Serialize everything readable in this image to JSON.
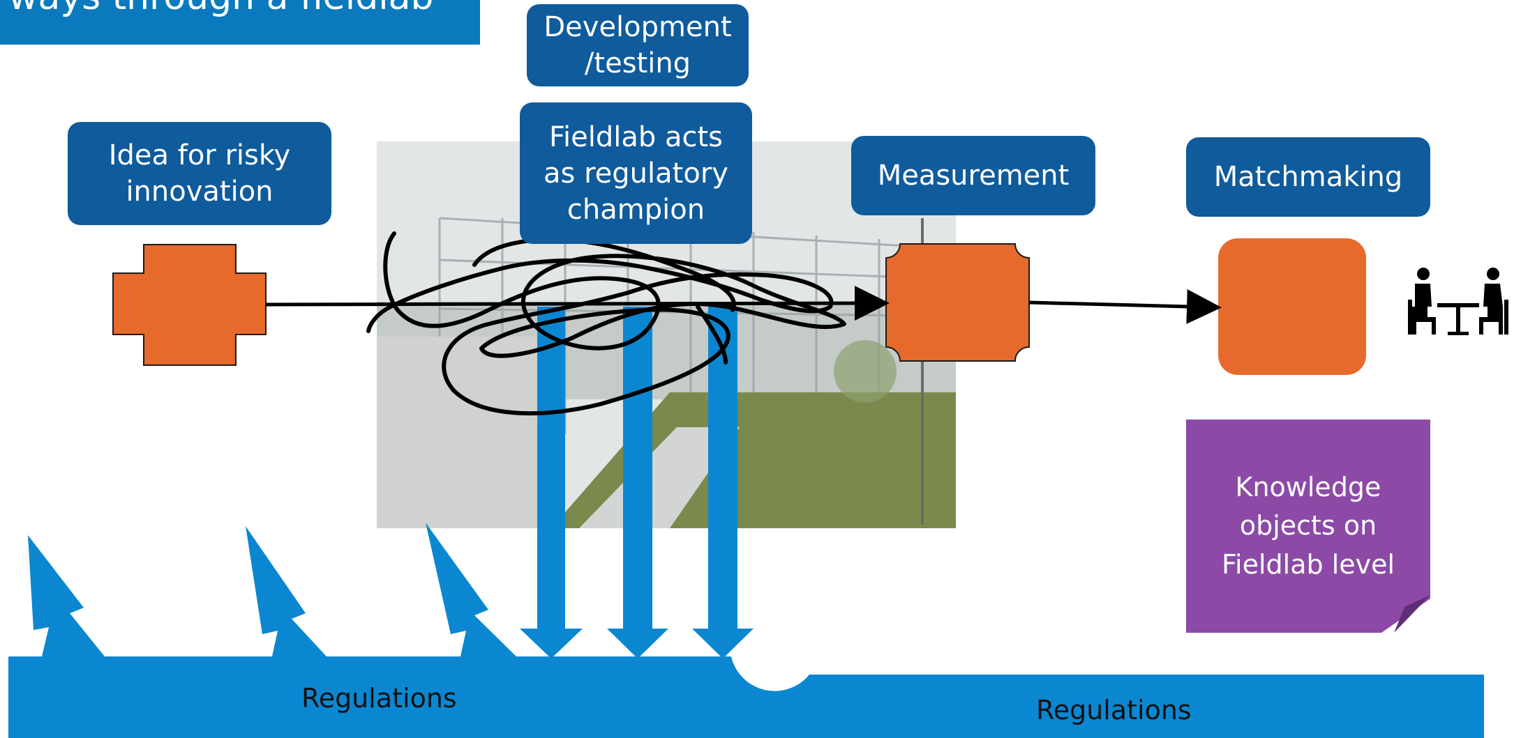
{
  "title": "ways through a fieldlab",
  "boxes": {
    "idea": "Idea for risky\ninnovation",
    "development": "Development\n/testing",
    "champion": "Fieldlab acts\nas regulatory\nchampion",
    "measurement": "Measurement",
    "matchmaking": "Matchmaking"
  },
  "knowledge": "Knowledge\nobjects on\nFieldlab level",
  "regulations": {
    "left": "Regulations",
    "right": "Regulations"
  },
  "colors": {
    "box_blue": "#0f5b9c",
    "banner_blue": "#0a79bd",
    "regulation_blue": "#0b87d1",
    "shape_orange": "#e66a2c",
    "knowledge_purple": "#8c4aa6"
  },
  "icons": [
    "meeting-icon"
  ]
}
